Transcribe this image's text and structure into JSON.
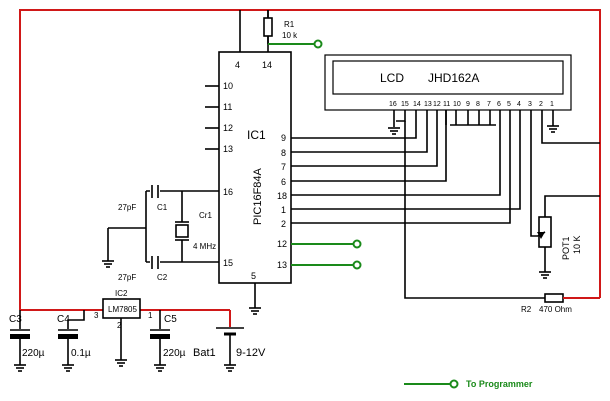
{
  "colors": {
    "power_wire": "#d01818",
    "programmer_wire": "#1a8a1a",
    "wire": "#000000",
    "background": "#ffffff"
  },
  "legend": {
    "label": "To Programmer"
  },
  "ic1": {
    "ref": "IC1",
    "part": "PIC16F84A",
    "pins": {
      "p4": "4",
      "p14": "14",
      "p10": "10",
      "p11": "11",
      "p12a": "12",
      "p13a": "13",
      "p9": "9",
      "p8": "8",
      "p7": "7",
      "p6": "6",
      "p18": "18",
      "p1": "1",
      "p2": "2",
      "p16": "16",
      "p15": "15",
      "p12b": "12",
      "p13b": "13",
      "p5": "5"
    }
  },
  "lcd": {
    "label": "LCD",
    "part": "JHD162A",
    "pins": {
      "p16": "16",
      "p15": "15",
      "p14": "14",
      "p13": "13",
      "p12": "12",
      "p11": "11",
      "p10": "10",
      "p9": "9",
      "p8": "8",
      "p7": "7",
      "p6": "6",
      "p5": "5",
      "p4": "4",
      "p3": "3",
      "p2": "2",
      "p1": "1"
    }
  },
  "ic2": {
    "ref": "IC2",
    "part": "LM7805",
    "pin1": "1",
    "pin2": "2",
    "pin3": "3"
  },
  "r1": {
    "ref": "R1",
    "value": "10 k"
  },
  "r2": {
    "ref": "R2",
    "value": "470 Ohm"
  },
  "pot1": {
    "ref": "POT1",
    "value": "10 K"
  },
  "crystal": {
    "ref": "Cr1",
    "value": "4 MHz"
  },
  "c1": {
    "ref": "C1",
    "value": "27pF"
  },
  "c2": {
    "ref": "C2",
    "value": "27pF"
  },
  "c3": {
    "ref": "C3",
    "value": "220µ"
  },
  "c4": {
    "ref": "C4",
    "value": "0.1µ"
  },
  "c5": {
    "ref": "C5",
    "value": "220µ"
  },
  "bat1": {
    "ref": "Bat1",
    "value": "9-12V"
  }
}
